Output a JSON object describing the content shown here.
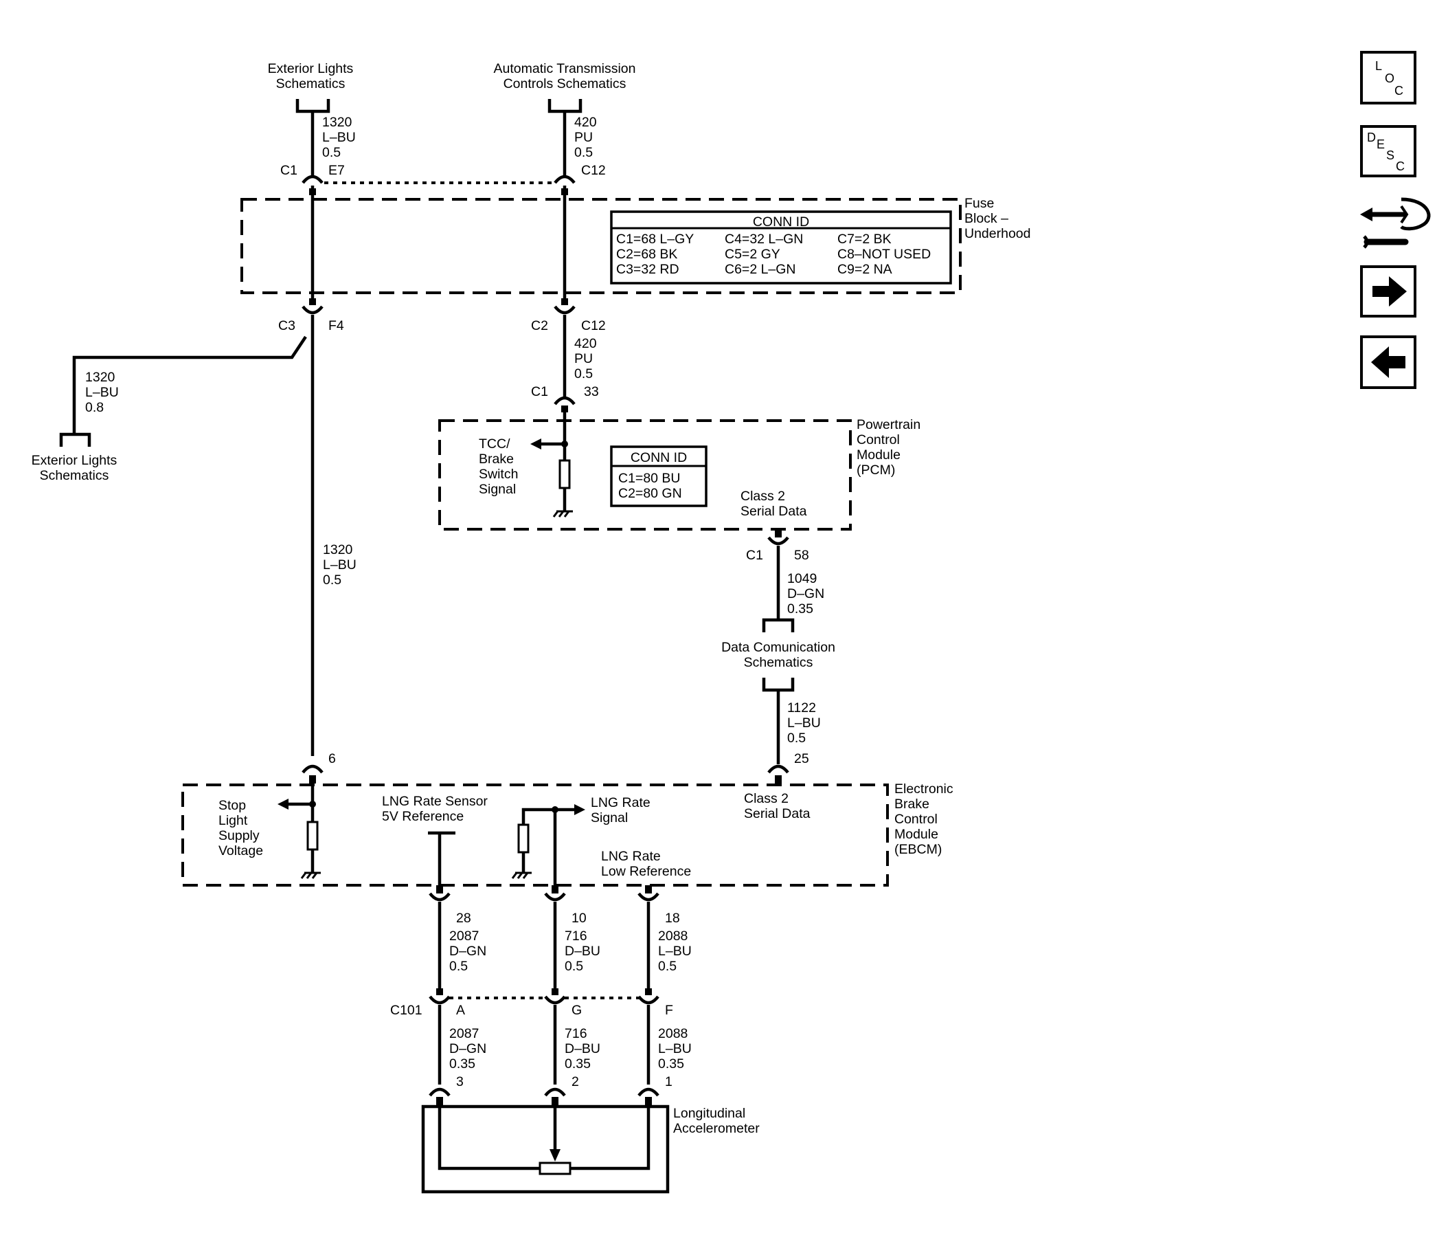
{
  "modules": {
    "fuse_block": [
      "Fuse",
      "Block –",
      "Underhood"
    ],
    "pcm": [
      "Powertrain",
      "Control",
      "Module",
      "(PCM)"
    ],
    "ebcm": [
      "Electronic",
      "Brake",
      "Control",
      "Module",
      "(EBCM)"
    ],
    "accelerometer": [
      "Longitudinal",
      "Accelerometer"
    ]
  },
  "references": {
    "ext_lights_top": [
      "Exterior Lights",
      "Schematics"
    ],
    "trans_top": [
      "Automatic Transmission",
      "Controls Schematics"
    ],
    "ext_lights_left": [
      "Exterior Lights",
      "Schematics"
    ],
    "data_comm": [
      "Data Comunication",
      "Schematics"
    ]
  },
  "fuse_conn_table": {
    "title": "CONN ID",
    "col1": [
      "C1=68 L–GY",
      "C2=68 BK",
      "C3=32 RD"
    ],
    "col2": [
      "C4=32 L–GN",
      "C5=2 GY",
      "C6=2 L–GN"
    ],
    "col3": [
      "C7=2 BK",
      "C8–NOT USED",
      "C9=2 NA"
    ]
  },
  "pcm_conn_table": {
    "title": "CONN ID",
    "rows": [
      "C1=80 BU",
      "C2=80 GN"
    ]
  },
  "wires": {
    "w1320_top": [
      "1320",
      "L–BU",
      "0.5"
    ],
    "w420_top": [
      "420",
      "PU",
      "0.5"
    ],
    "w1320_branch": [
      "1320",
      "L–BU",
      "0.8"
    ],
    "w420_mid": [
      "420",
      "PU",
      "0.5"
    ],
    "w1320_long": [
      "1320",
      "L–BU",
      "0.5"
    ],
    "w1049": [
      "1049",
      "D–GN",
      "0.35"
    ],
    "w1122": [
      "1122",
      "L–BU",
      "0.5"
    ],
    "w2087_a": [
      "2087",
      "D–GN",
      "0.5"
    ],
    "w716_a": [
      "716",
      "D–BU",
      "0.5"
    ],
    "w2088_a": [
      "2088",
      "L–BU",
      "0.5"
    ],
    "w2087_b": [
      "2087",
      "D–GN",
      "0.35"
    ],
    "w716_b": [
      "716",
      "D–BU",
      "0.35"
    ],
    "w2088_b": [
      "2088",
      "L–BU",
      "0.35"
    ]
  },
  "connectors": {
    "c1_fuse": "C1",
    "pin_e7": "E7",
    "pin_c12_top": "C12",
    "c3_fuse": "C3",
    "pin_f4": "F4",
    "c2_fuse": "C2",
    "pin_c12_bot": "C12",
    "c1_pcm": "C1",
    "pin_33": "33",
    "c1_pcm_out": "C1",
    "pin_58": "58",
    "pin_6": "6",
    "pin_25": "25",
    "pin_28": "28",
    "pin_10": "10",
    "pin_18": "18",
    "c101": "C101",
    "pin_a": "A",
    "pin_g": "G",
    "pin_f": "F",
    "pin_3": "3",
    "pin_2": "2",
    "pin_1": "1"
  },
  "signals": {
    "tcc": [
      "TCC/",
      "Brake",
      "Switch",
      "Signal"
    ],
    "class2_pcm": [
      "Class 2",
      "Serial Data"
    ],
    "stop_light": [
      "Stop",
      "Light",
      "Supply",
      "Voltage"
    ],
    "lng_5v": [
      "LNG Rate Sensor",
      "5V Reference"
    ],
    "lng_signal": [
      "LNG Rate",
      "Signal"
    ],
    "lng_low": [
      "LNG Rate",
      "Low Reference"
    ],
    "class2_ebcm": [
      "Class 2",
      "Serial Data"
    ]
  },
  "nav": {
    "loc": [
      "L",
      "O",
      "C"
    ],
    "desc": [
      "D",
      "E",
      "S",
      "C"
    ]
  }
}
